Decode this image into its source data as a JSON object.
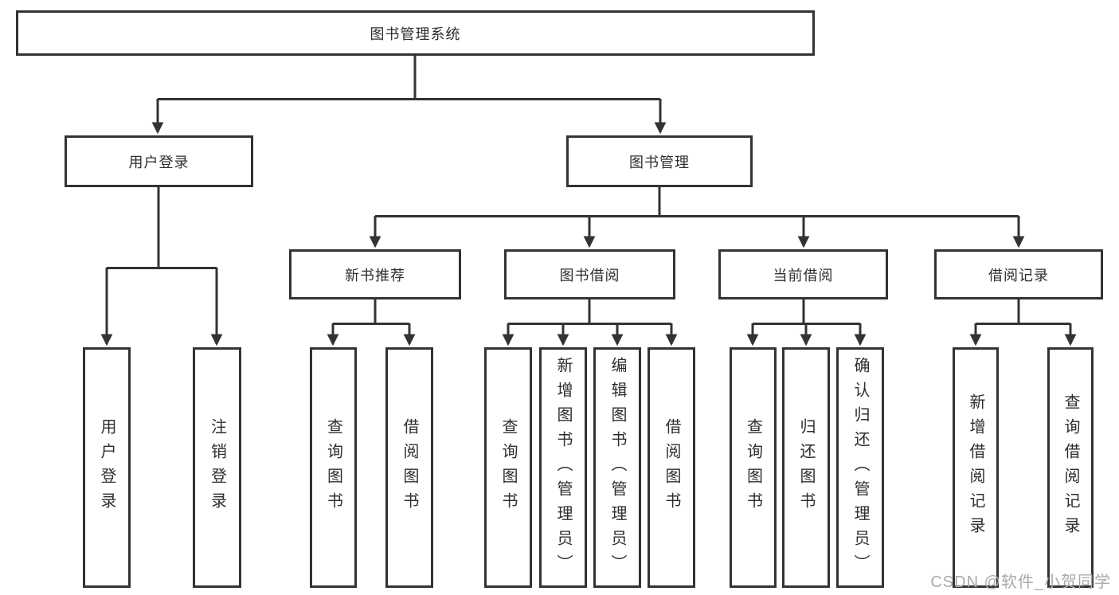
{
  "colors": {
    "line": "#333333",
    "box_border": "#333333",
    "text": "#2e2e2e",
    "background": "#ffffff",
    "watermark": "#aaaaaa"
  },
  "tree": {
    "root": {
      "label": "图书管理系统"
    },
    "branches": [
      {
        "label": "用户登录",
        "children": [
          {
            "label": "用户登录"
          },
          {
            "label": "注销登录"
          }
        ]
      },
      {
        "label": "图书管理",
        "children": [
          {
            "label": "新书推荐",
            "children": [
              {
                "label": "查询图书"
              },
              {
                "label": "借阅图书"
              }
            ]
          },
          {
            "label": "图书借阅",
            "children": [
              {
                "label": "查询图书"
              },
              {
                "label": "新增图书（管理员）"
              },
              {
                "label": "编辑图书（管理员）"
              },
              {
                "label": "借阅图书"
              }
            ]
          },
          {
            "label": "当前借阅",
            "children": [
              {
                "label": "查询图书"
              },
              {
                "label": "归还图书"
              },
              {
                "label": "确认归还（管理员）"
              }
            ]
          },
          {
            "label": "借阅记录",
            "children": [
              {
                "label": "新增借阅记录"
              },
              {
                "label": "查询借阅记录"
              }
            ]
          }
        ]
      }
    ]
  },
  "watermark": {
    "text": "CSDN @软件_小贺同学"
  }
}
